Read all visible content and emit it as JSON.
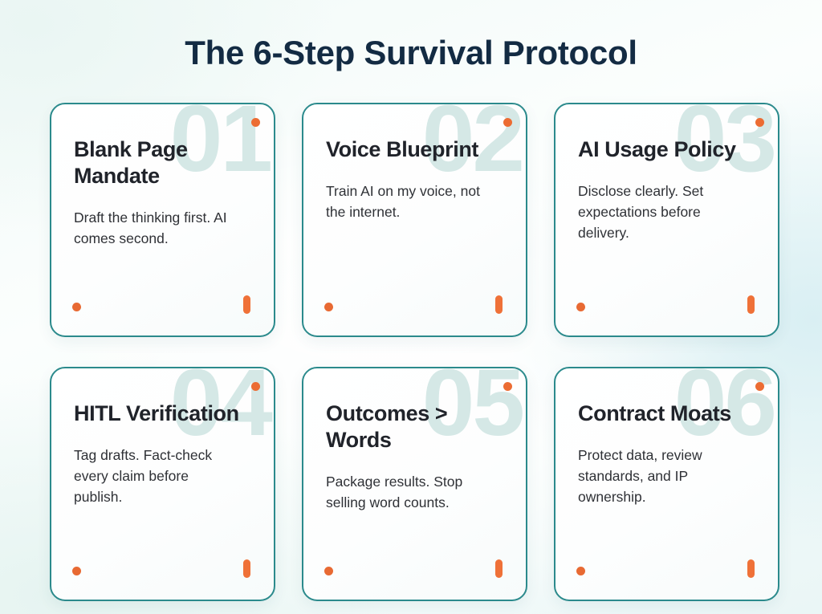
{
  "poster": {
    "title": "The 6-Step Survival Protocol",
    "colors": {
      "title_text": "#132b43",
      "card_border": "#2b8a8c",
      "card_background": "#ffffff",
      "watermark_number": "#d5e8e6",
      "accent_orange": "#ec6c33",
      "heading_text": "#20232a",
      "body_text": "#2f3136",
      "page_background": "#f2faf8"
    }
  },
  "cards": [
    {
      "number": "01",
      "heading": "Blank Page Mandate",
      "text": "Draft the thinking first. AI comes second."
    },
    {
      "number": "02",
      "heading": "Voice Blueprint",
      "text": "Train AI on my voice, not the internet."
    },
    {
      "number": "03",
      "heading": "AI Usage Policy",
      "text": "Disclose clearly. Set expectations before delivery."
    },
    {
      "number": "04",
      "heading": "HITL Verification",
      "text": "Tag drafts. Fact-check every claim before publish."
    },
    {
      "number": "05",
      "heading": "Outcomes > Words",
      "text": "Package results. Stop selling word counts."
    },
    {
      "number": "06",
      "heading": "Contract Moats",
      "text": "Protect data, review standards, and IP ownership."
    }
  ]
}
